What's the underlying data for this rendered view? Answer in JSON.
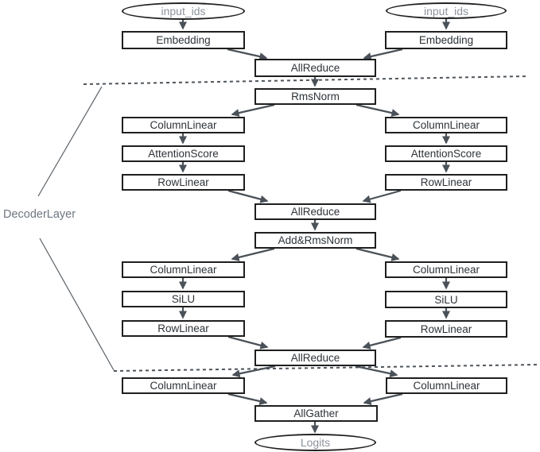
{
  "diagram_type": "tensor-parallel transformer dataflow diagram",
  "nodes": {
    "input_ids_left": "input_ids",
    "input_ids_right": "input_ids",
    "embedding_left": "Embedding",
    "embedding_right": "Embedding",
    "allreduce_embed": "AllReduce",
    "rmsnorm": "RmsNorm",
    "columnlinear_attn_left": "ColumnLinear",
    "columnlinear_attn_right": "ColumnLinear",
    "attentionscore_left": "AttentionScore",
    "attentionscore_right": "AttentionScore",
    "rowlinear_attn_left": "RowLinear",
    "rowlinear_attn_right": "RowLinear",
    "allreduce_attn": "AllReduce",
    "add_rmsnorm": "Add&RmsNorm",
    "columnlinear_mlp_left": "ColumnLinear",
    "columnlinear_mlp_right": "ColumnLinear",
    "silu_left": "SiLU",
    "silu_right": "SiLU",
    "rowlinear_mlp_left": "RowLinear",
    "rowlinear_mlp_right": "RowLinear",
    "allreduce_mlp": "AllReduce",
    "columnlinear_head_left": "ColumnLinear",
    "columnlinear_head_right": "ColumnLinear",
    "allgather": "AllGather",
    "logits": "Logits"
  },
  "annotations": {
    "decoder_layer": "DecoderLayer"
  },
  "colors": {
    "box_border": "#1f1f1f",
    "arrow": "#4a5158",
    "dotted_separator": "#4e545b",
    "terminal_text": "#8d939c",
    "annotation_text": "#6e7680",
    "box_text": "#2e3338",
    "background": "#ffffff"
  }
}
